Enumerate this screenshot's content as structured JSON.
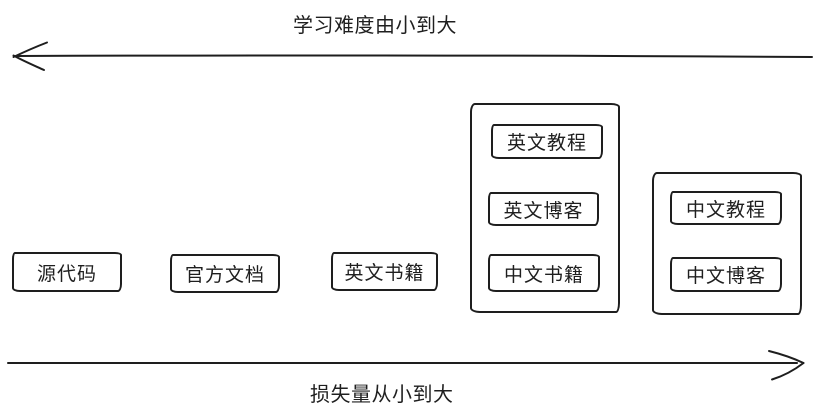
{
  "axes": {
    "top": {
      "label": "学习难度由小到大",
      "direction": "left"
    },
    "bottom": {
      "label": "损失量从小到大",
      "direction": "right"
    }
  },
  "nodes": [
    {
      "label": "源代码"
    },
    {
      "label": "官方文档"
    },
    {
      "label": "英文书籍"
    }
  ],
  "groups": [
    {
      "items": [
        {
          "label": "英文教程"
        },
        {
          "label": "英文博客"
        },
        {
          "label": "中文书籍"
        }
      ]
    },
    {
      "items": [
        {
          "label": "中文教程"
        },
        {
          "label": "中文博客"
        }
      ]
    }
  ],
  "colors": {
    "stroke": "#1e1e1e",
    "background": "#ffffff"
  }
}
